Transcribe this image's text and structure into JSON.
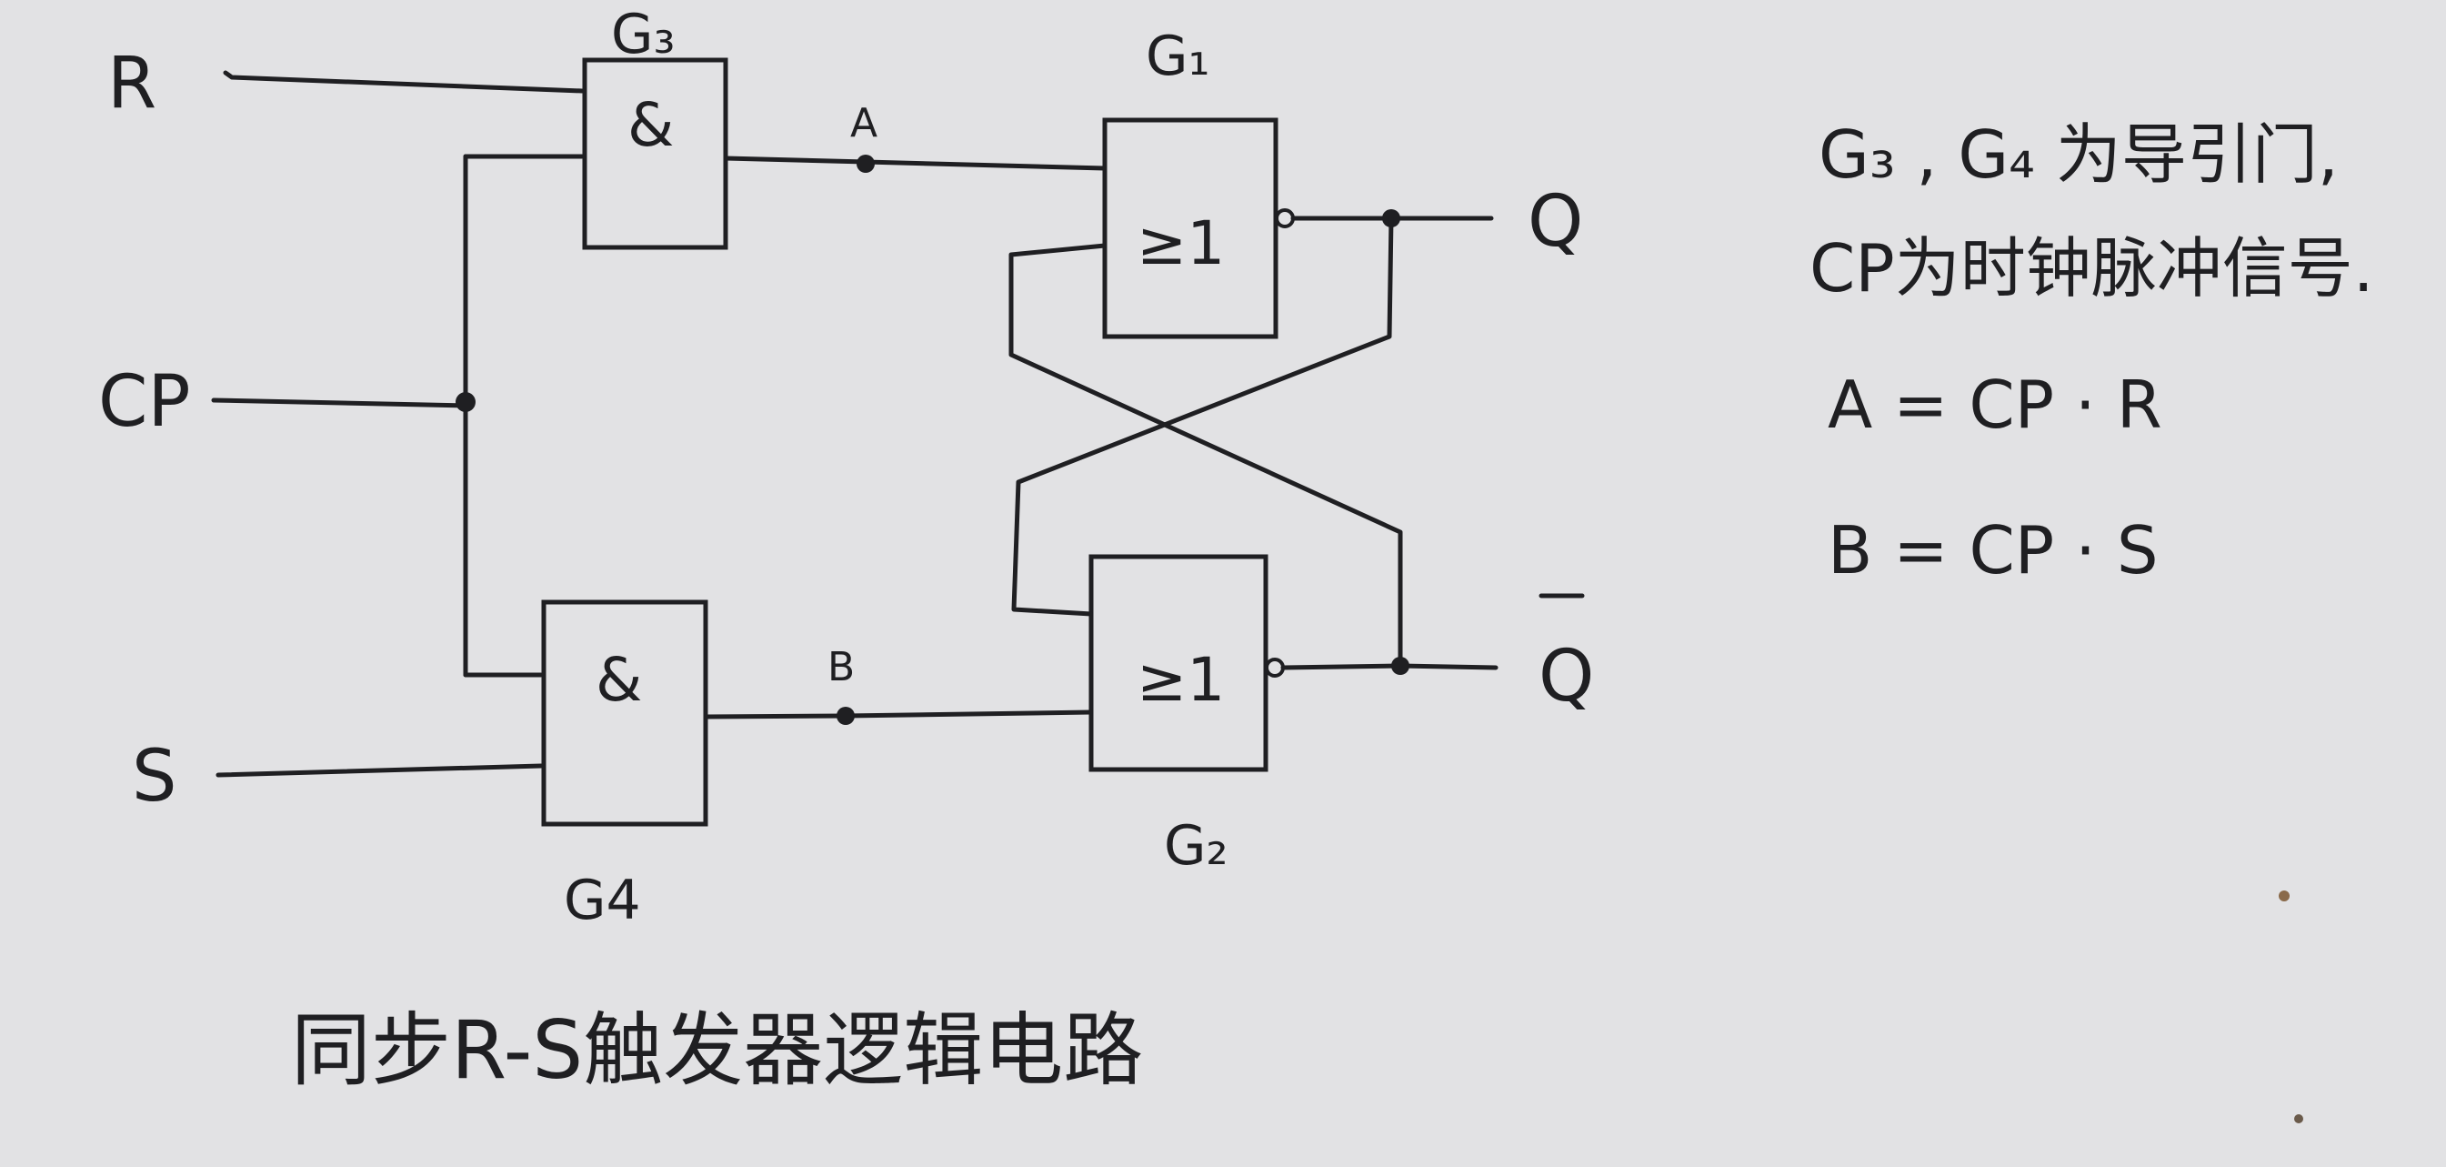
{
  "inputs": {
    "r": "R",
    "cp": "CP",
    "s": "S"
  },
  "outputs": {
    "q": "Q",
    "q_bar": "Q"
  },
  "nodes": {
    "a": "A",
    "b": "B"
  },
  "gates": {
    "g1": {
      "name": "G₁",
      "symbol": "≥1"
    },
    "g2": {
      "name": "G₂",
      "symbol": "≥1"
    },
    "g3": {
      "name": "G₃",
      "symbol": "&"
    },
    "g4": {
      "name": "G4",
      "symbol": "&"
    }
  },
  "notes": [
    "G₃ , G₄ 为导引门,",
    "CP为时钟脉冲信号.",
    "A = CP · R",
    "B = CP · S"
  ],
  "caption": "同步R-S触发器逻辑电路"
}
